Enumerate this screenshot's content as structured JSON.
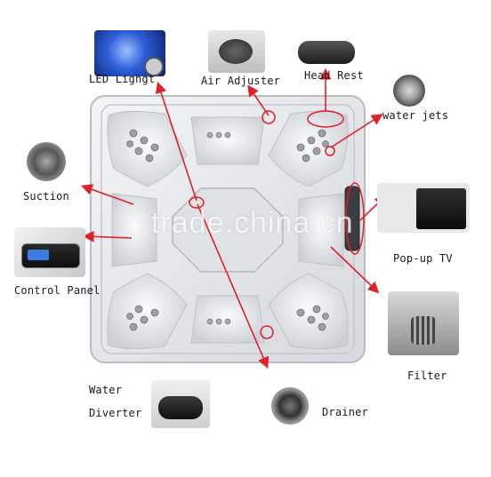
{
  "labels": {
    "led_light": "LED Lighgt",
    "air_adjuster": "Air Adjuster",
    "head_rest": "Head Rest",
    "water_jets": "water jets",
    "suction": "Suction",
    "control_panel": "Control Panel",
    "popup_tv": "Pop-up TV",
    "filter": "Filter",
    "water_diverter_line1": "Water",
    "water_diverter_line2": "Diverter",
    "drainer": "Drainer"
  },
  "watermark": "trade.china.cn",
  "colors": {
    "arrow": "#e0202a",
    "tub_shell": "#e9ecee",
    "tub_rim": "#c9ccd0",
    "led": "#2e5fd8"
  },
  "icons": [
    "led-light-photo",
    "air-adjuster-photo",
    "head-rest-photo",
    "water-jet-photo",
    "suction-photo",
    "control-panel-photo",
    "popup-tv-photo",
    "filter-photo",
    "water-diverter-photo",
    "drainer-photo"
  ]
}
